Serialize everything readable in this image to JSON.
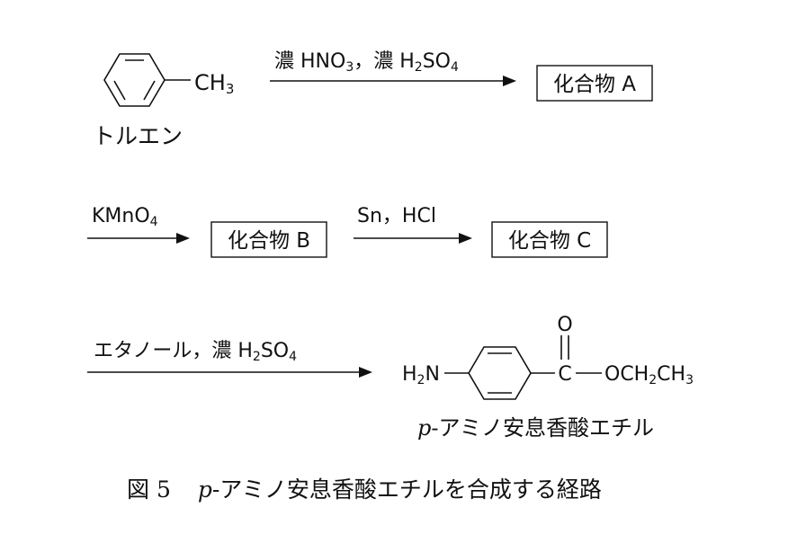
{
  "reaction1": {
    "toluene": {
      "substituent": "CH",
      "substituent_sub": "3",
      "name": "トルエン"
    },
    "reagent": {
      "t1": "濃 HNO",
      "t1_sub": "3",
      "t2": "，濃 H",
      "t2_sub": "2",
      "t3": "SO",
      "t3_sub": "4"
    },
    "product": "化合物 A"
  },
  "reaction2": {
    "reagent": {
      "t1": "KMnO",
      "t1_sub": "4"
    },
    "product": "化合物 B"
  },
  "reaction3": {
    "reagent": "Sn，HCl",
    "product": "化合物 C"
  },
  "reaction4": {
    "reagent": {
      "t1": "エタノール，濃 H",
      "t1_sub": "2",
      "t2": "SO",
      "t2_sub": "4"
    },
    "molecule": {
      "amine": "H",
      "amine_sub": "2",
      "amine_n": "N",
      "carbon": "C",
      "oxygen_top": "O",
      "ester": "OCH",
      "ester_sub1": "2",
      "ester_ch": "CH",
      "ester_sub2": "3"
    },
    "name_italic": "p",
    "name_rest": "-アミノ安息香酸エチル"
  },
  "caption": {
    "label": "図 5",
    "italic": "p",
    "rest": "-アミノ安息香酸エチルを合成する経路"
  }
}
